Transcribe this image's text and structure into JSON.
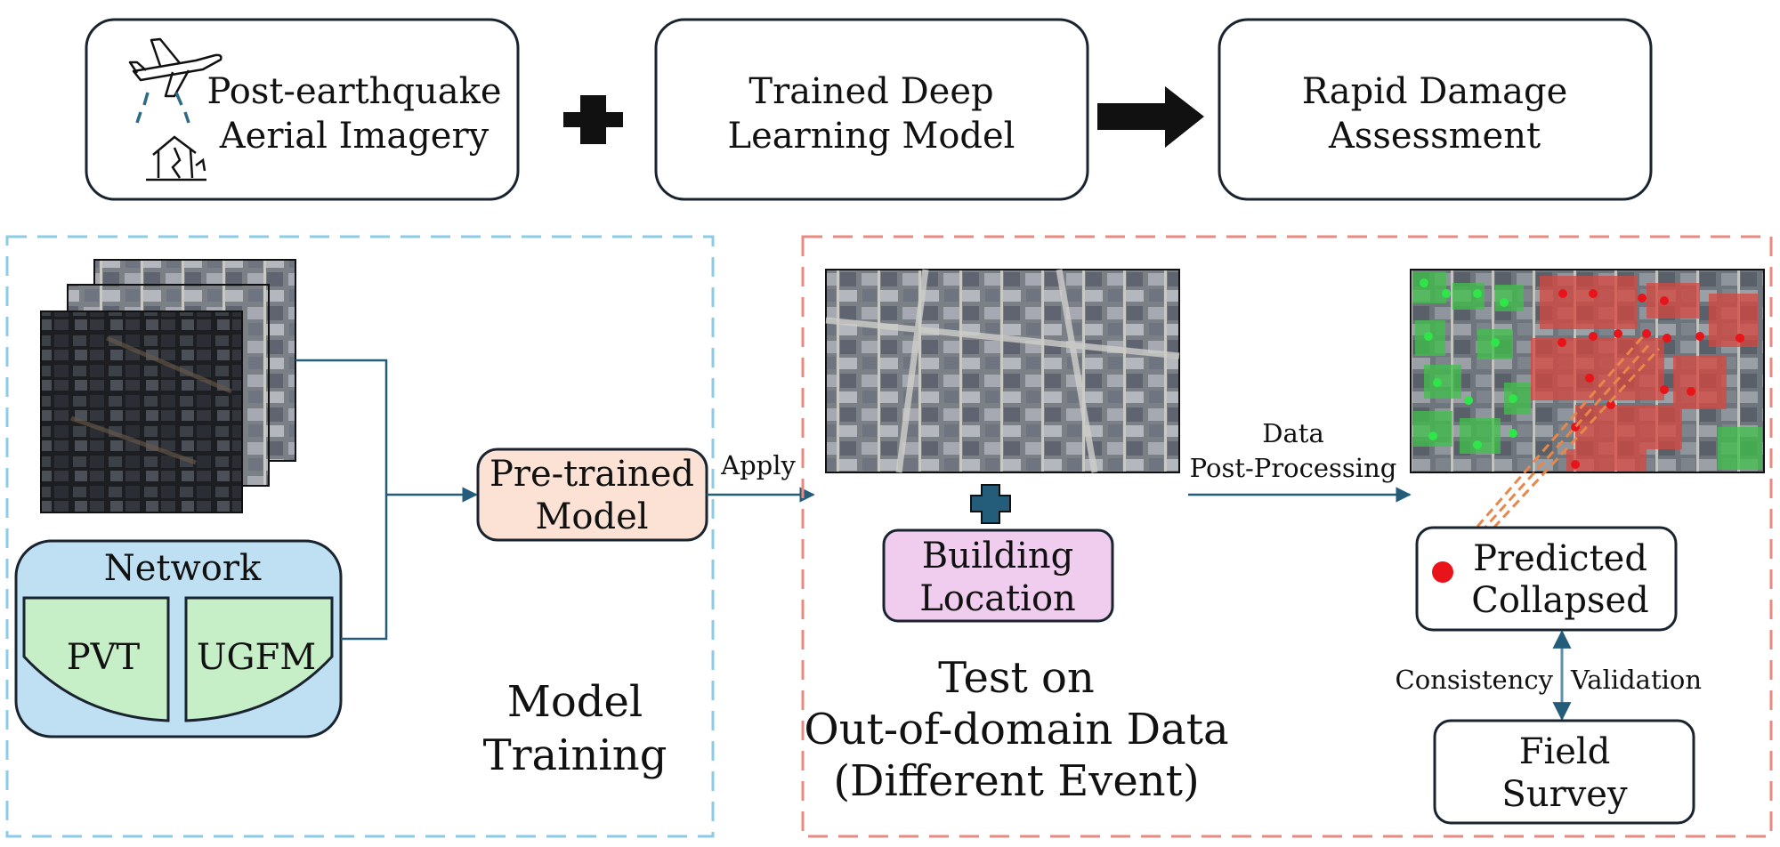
{
  "top_row": {
    "input_box": {
      "line1": "Post-earthquake",
      "line2": "Aerial Imagery",
      "icons": [
        "airplane-icon",
        "damaged-house-icon"
      ]
    },
    "plus_symbol": "plus-icon",
    "model_box": {
      "line1": "Trained Deep",
      "line2": "Learning Model"
    },
    "arrow_symbol": "right-arrow-icon",
    "output_box": {
      "line1": "Rapid Damage",
      "line2": "Assessment"
    }
  },
  "training_panel": {
    "network_label": "Network",
    "module_a": "PVT",
    "module_b": "UGFM",
    "pretrained_line1": "Pre-trained",
    "pretrained_line2": "Model",
    "caption_line1": "Model",
    "caption_line2": "Training",
    "image_stack": "aerial-image-stack"
  },
  "apply_label": "Apply",
  "test_panel": {
    "input_image": "aerial-image-test",
    "location_line1": "Building",
    "location_line2": "Location",
    "caption_line1": "Test on",
    "caption_line2": "Out-of-domain Data",
    "caption_line3": "(Different Event)",
    "postproc_line1": "Data",
    "postproc_line2": "Post-Processing",
    "result_image": "aerial-image-prediction",
    "predicted_line1": "Predicted",
    "predicted_line2": "Collapsed",
    "validation_left": "Consistency",
    "validation_right": "Validation",
    "survey_line1": "Field",
    "survey_line2": "Survey"
  },
  "colors": {
    "training_border": "#8ccbe6",
    "test_border": "#e88a80",
    "connector": "#245d7a",
    "network_fill": "#bfe0f3",
    "module_fill": "#c7efc7",
    "pretrained_fill": "#fbe2d4",
    "location_fill": "#f0cdee",
    "collapsed_marker": "#e8141a",
    "safe_marker": "#2ee64a",
    "collapsed_overlay": "#d7473f",
    "safe_overlay": "#3fc24a"
  }
}
